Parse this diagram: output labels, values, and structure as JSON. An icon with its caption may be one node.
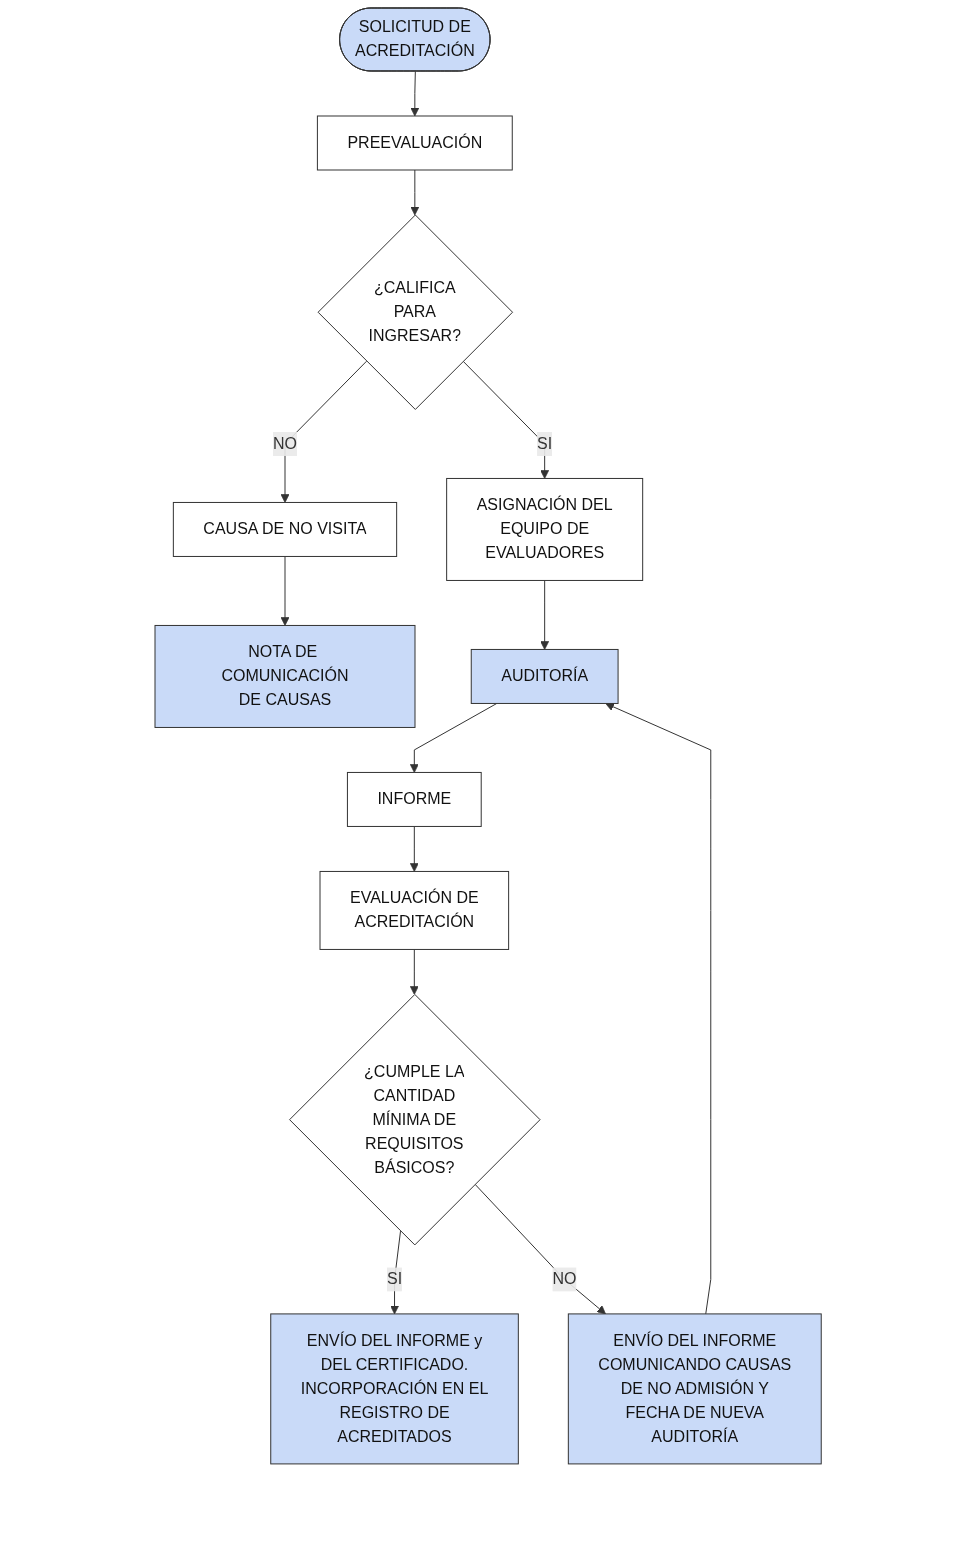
{
  "diagram": {
    "nodes": [
      {
        "text": [
          "SOLICITUD DE ACREDITACIÓN"
        ]
      },
      {
        "text": [
          "PREEVALUACIÓN"
        ]
      },
      {
        "text": [
          "¿CALIFICA PARA INGRESAR?"
        ]
      },
      {
        "text": [
          "CAUSA DE NO VISITA"
        ]
      },
      {
        "text": [
          "NOTA DE COMUNICACIÓN DE CAUSAS"
        ]
      },
      {
        "text": [
          "ASIGNACIÓN DEL EQUIPO DE EVALUADORES"
        ]
      },
      {
        "text": [
          "AUDITORÍA"
        ]
      },
      {
        "text": [
          "INFORME"
        ]
      },
      {
        "text": [
          "EVALUACIÓN DE ACREDITACIÓN"
        ]
      },
      {
        "text": [
          "¿CUMPLE LA CANTIDAD MÍNIMA DE REQUISITOS BÁSICOS?"
        ]
      },
      {
        "text": [
          "ENVÍO DEL INFORME COMUNICANDO CAUSAS DE NO ADMISIÓN Y FECHA DE NUEVA AUDITORÍA"
        ]
      },
      {
        "text": [
          "ENVÍO DEL INFORME y DEL CERTIFICADO. INCORPORACIÓN EN EL REGISTRO DE ACREDITADOS"
        ]
      }
    ],
    "edges": [
      {
        "from": 0,
        "to": 1,
        "arrow": "to"
      },
      {
        "from": 1,
        "to": 2,
        "arrow": "to"
      },
      {
        "from": 2,
        "to": 3,
        "label": "NO",
        "arrow": "to"
      },
      {
        "from": 3,
        "to": 4,
        "arrow": "to"
      },
      {
        "from": 2,
        "to": 5,
        "label": "SI",
        "arrow": "to"
      },
      {
        "from": 5,
        "to": 6,
        "arrow": "to"
      },
      {
        "from": 6,
        "to": 7,
        "arrow": "to"
      },
      {
        "from": 7,
        "to": 8,
        "arrow": "to"
      },
      {
        "from": 8,
        "to": 9,
        "arrow": "to"
      },
      {
        "from": 9,
        "to": 11,
        "label": "SI",
        "arrow": "to"
      },
      {
        "from": 9,
        "to": 10,
        "label": "NO",
        "arrow": "to"
      },
      {
        "from": 10,
        "to": 6,
        "arrow": "to"
      }
    ]
  }
}
